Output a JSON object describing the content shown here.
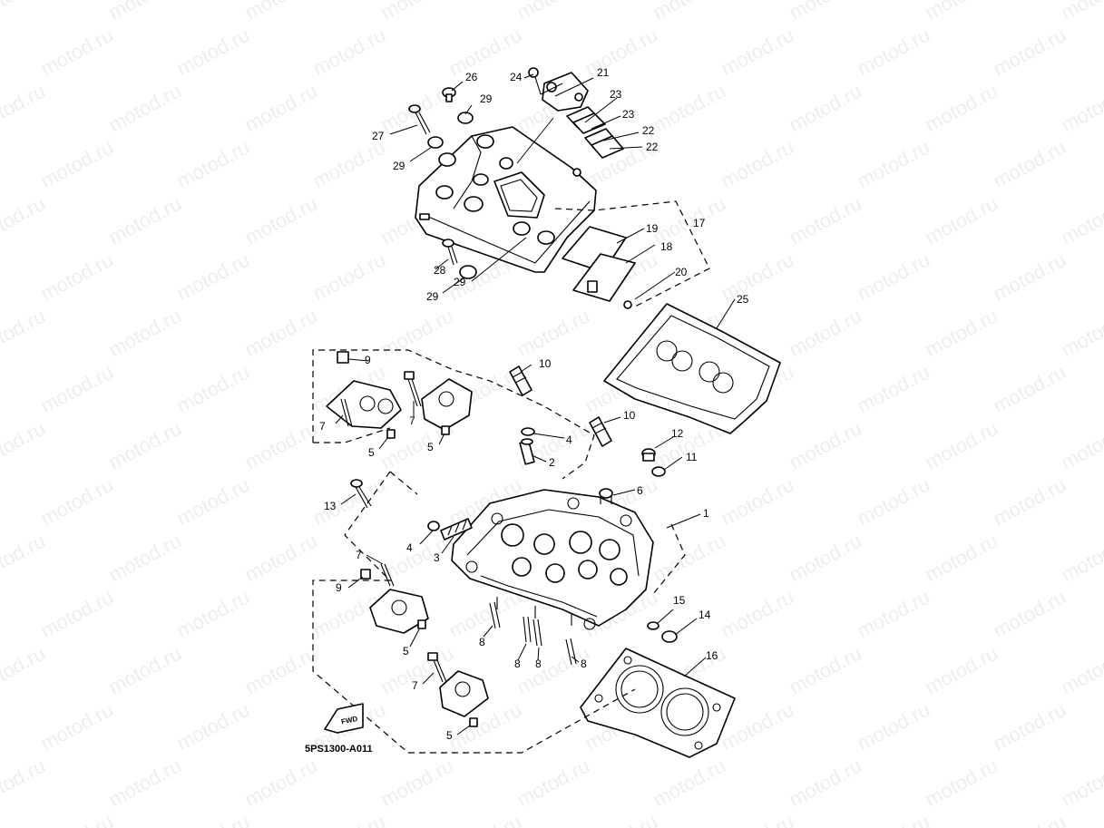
{
  "watermark": "motod.ru",
  "diagram_code": "5PS1300-A011",
  "fwd_label": "FWD",
  "callouts": [
    "1",
    "2",
    "3",
    "4",
    "4",
    "5",
    "5",
    "5",
    "5",
    "6",
    "7",
    "7",
    "7",
    "7",
    "8",
    "8",
    "8",
    "8",
    "9",
    "9",
    "10",
    "10",
    "11",
    "12",
    "13",
    "14",
    "15",
    "16",
    "17",
    "18",
    "19",
    "20",
    "21",
    "22",
    "22",
    "23",
    "23",
    "24",
    "25",
    "26",
    "27",
    "28",
    "29",
    "29",
    "29",
    "29"
  ]
}
